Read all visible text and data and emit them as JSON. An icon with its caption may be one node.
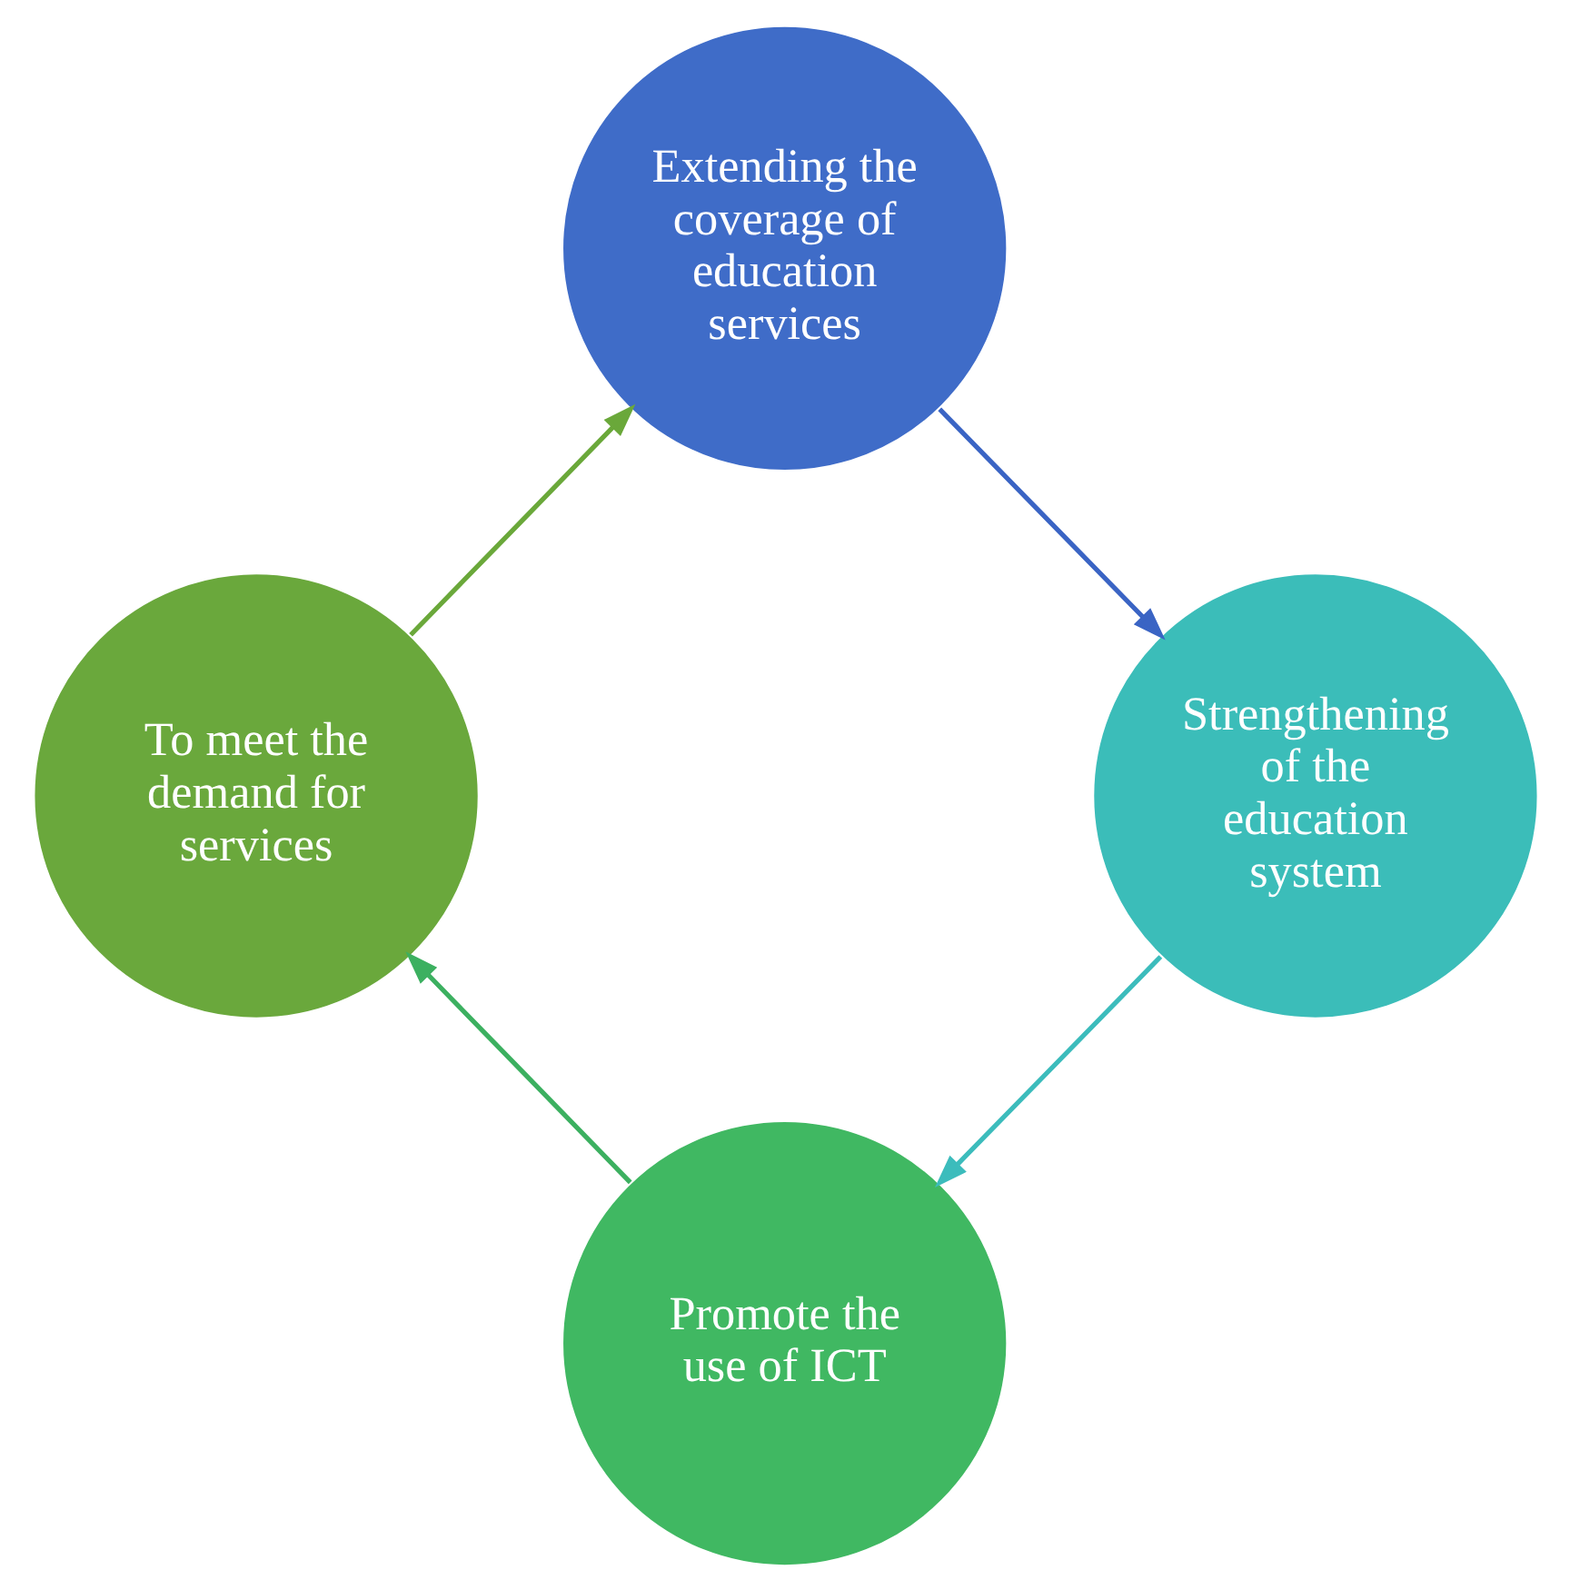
{
  "diagram": {
    "nodes": [
      {
        "text": [
          "Extending the coverage of education services"
        ]
      },
      {
        "text": [
          "Strengthening of the education system"
        ]
      },
      {
        "text": [
          "Promote the use of ICT"
        ]
      },
      {
        "text": [
          "To meet the demand for services"
        ]
      }
    ],
    "edges": [
      {
        "from": 0,
        "to": 1,
        "arrow": "to",
        "color": "#3a64c4"
      },
      {
        "from": 1,
        "to": 2,
        "arrow": "to",
        "color": "#3cbcbc"
      },
      {
        "from": 2,
        "to": 3,
        "arrow": "to",
        "color": "#3cb060"
      },
      {
        "from": 3,
        "to": 0,
        "arrow": "to",
        "color": "#6aa83a"
      }
    ]
  }
}
